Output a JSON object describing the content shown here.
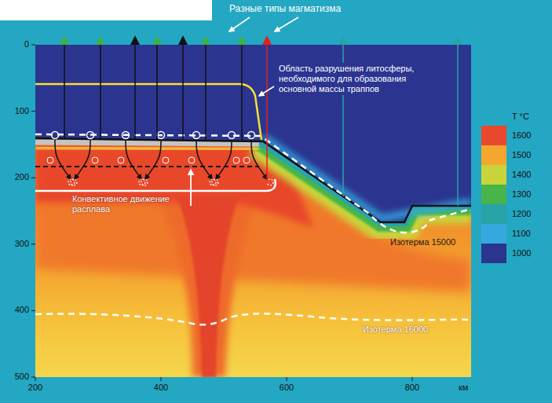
{
  "diagram": {
    "labels": [
      "Разные типы магматизма",
      "Область разрушения литосферы, необходимого для образования основной массы траппов",
      "Конвективное движение расплава",
      "Изотерма 15000",
      "Изотерма 16000",
      "T °C",
      "0",
      "100",
      "200",
      "300",
      "400",
      "500",
      "200",
      "400",
      "600",
      "800",
      "км"
    ],
    "legend": [
      {
        "text": "1600",
        "color": "#e8482c"
      },
      {
        "text": "1500",
        "color": "#f5a62e"
      },
      {
        "text": "1400",
        "color": "#c9d43a"
      },
      {
        "text": "1300",
        "color": "#47b54a"
      },
      {
        "text": "1200",
        "color": "#27a3a6"
      },
      {
        "text": "1100",
        "color": "#35a9de"
      },
      {
        "text": "1000",
        "color": "#2b3590"
      }
    ]
  }
}
